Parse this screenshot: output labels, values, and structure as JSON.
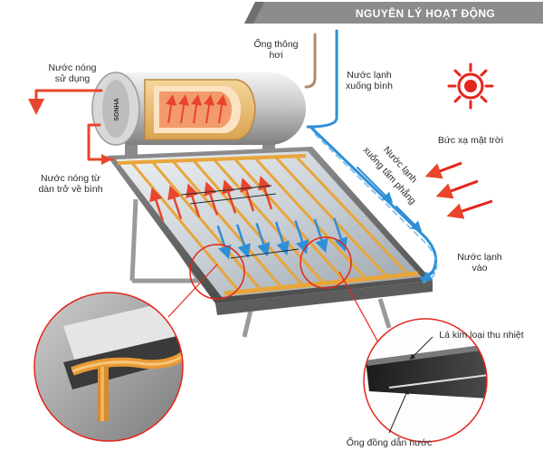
{
  "header": {
    "title": "NGUYÊN LÝ HOẠT ĐỘNG"
  },
  "brand": {
    "tank_logo": "SONHA"
  },
  "labels": {
    "hot_out_1": "Nước nóng",
    "hot_out_2": "sử dụng",
    "vent_1": "Ống thông",
    "vent_2": "hơi",
    "cold_in_tank_1": "Nước lạnh",
    "cold_in_tank_2": "xuống bình",
    "radiation": "Bức xạ mặt trời",
    "cold_to_panel_1": "Nước lạnh",
    "cold_to_panel_2": "xuống tấm phẳng",
    "hot_return_1": "Nước nóng từ",
    "hot_return_2": "dàn trở về bình",
    "cold_in_1": "Nước lạnh",
    "cold_in_2": "vào",
    "absorber_plate": "Lá kim loại thu nhiệt",
    "copper_pipe": "Ống đồng dẫn nước"
  },
  "colors": {
    "hot": "#e8452c",
    "cold": "#2f8fd6",
    "vent": "#b08a6a",
    "sun": "#e4261c",
    "copper": "#e8a53a",
    "header_bg": "#8c8c8c"
  },
  "icons": [
    "sun-icon",
    "radiation-arrow-icon",
    "flow-arrow-icon"
  ]
}
